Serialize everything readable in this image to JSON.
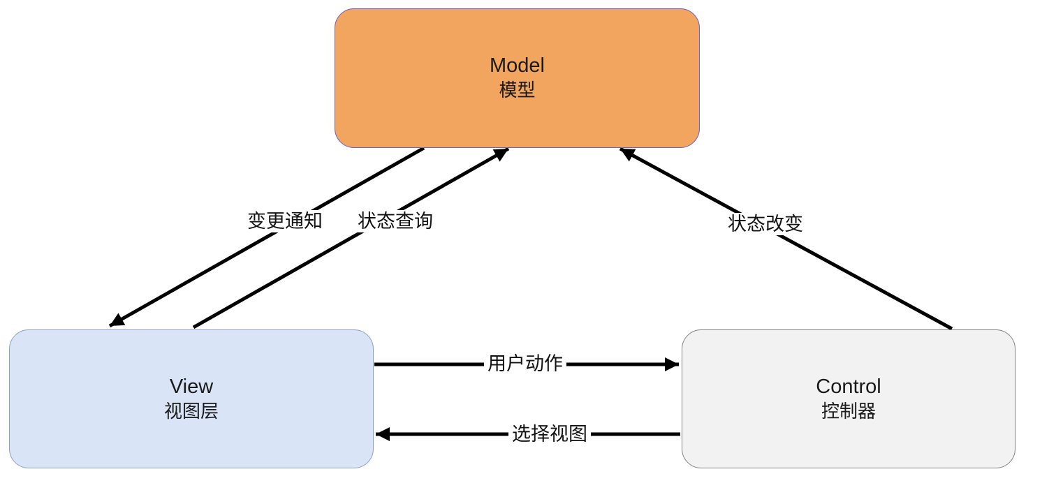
{
  "diagram": {
    "background_color": "#FFFFFF",
    "arrow_color": "#000000",
    "nodes": [
      {
        "id": "model",
        "title": "Model",
        "subtitle": "模型",
        "fill": "#F1A55E",
        "border": "#6B5FC8"
      },
      {
        "id": "view",
        "title": "View",
        "subtitle": "视图层",
        "fill": "#D9E4F7",
        "border": "#8CA0C8"
      },
      {
        "id": "control",
        "title": "Control",
        "subtitle": "控制器",
        "fill": "#F3F2F3",
        "border": "#828282"
      }
    ],
    "edges": [
      {
        "from": "model",
        "to": "view",
        "label": "变更通知"
      },
      {
        "from": "view",
        "to": "model",
        "label": "状态查询"
      },
      {
        "from": "control",
        "to": "model",
        "label": "状态改变"
      },
      {
        "from": "view",
        "to": "control",
        "label": "用户动作"
      },
      {
        "from": "control",
        "to": "view",
        "label": "选择视图"
      }
    ]
  }
}
